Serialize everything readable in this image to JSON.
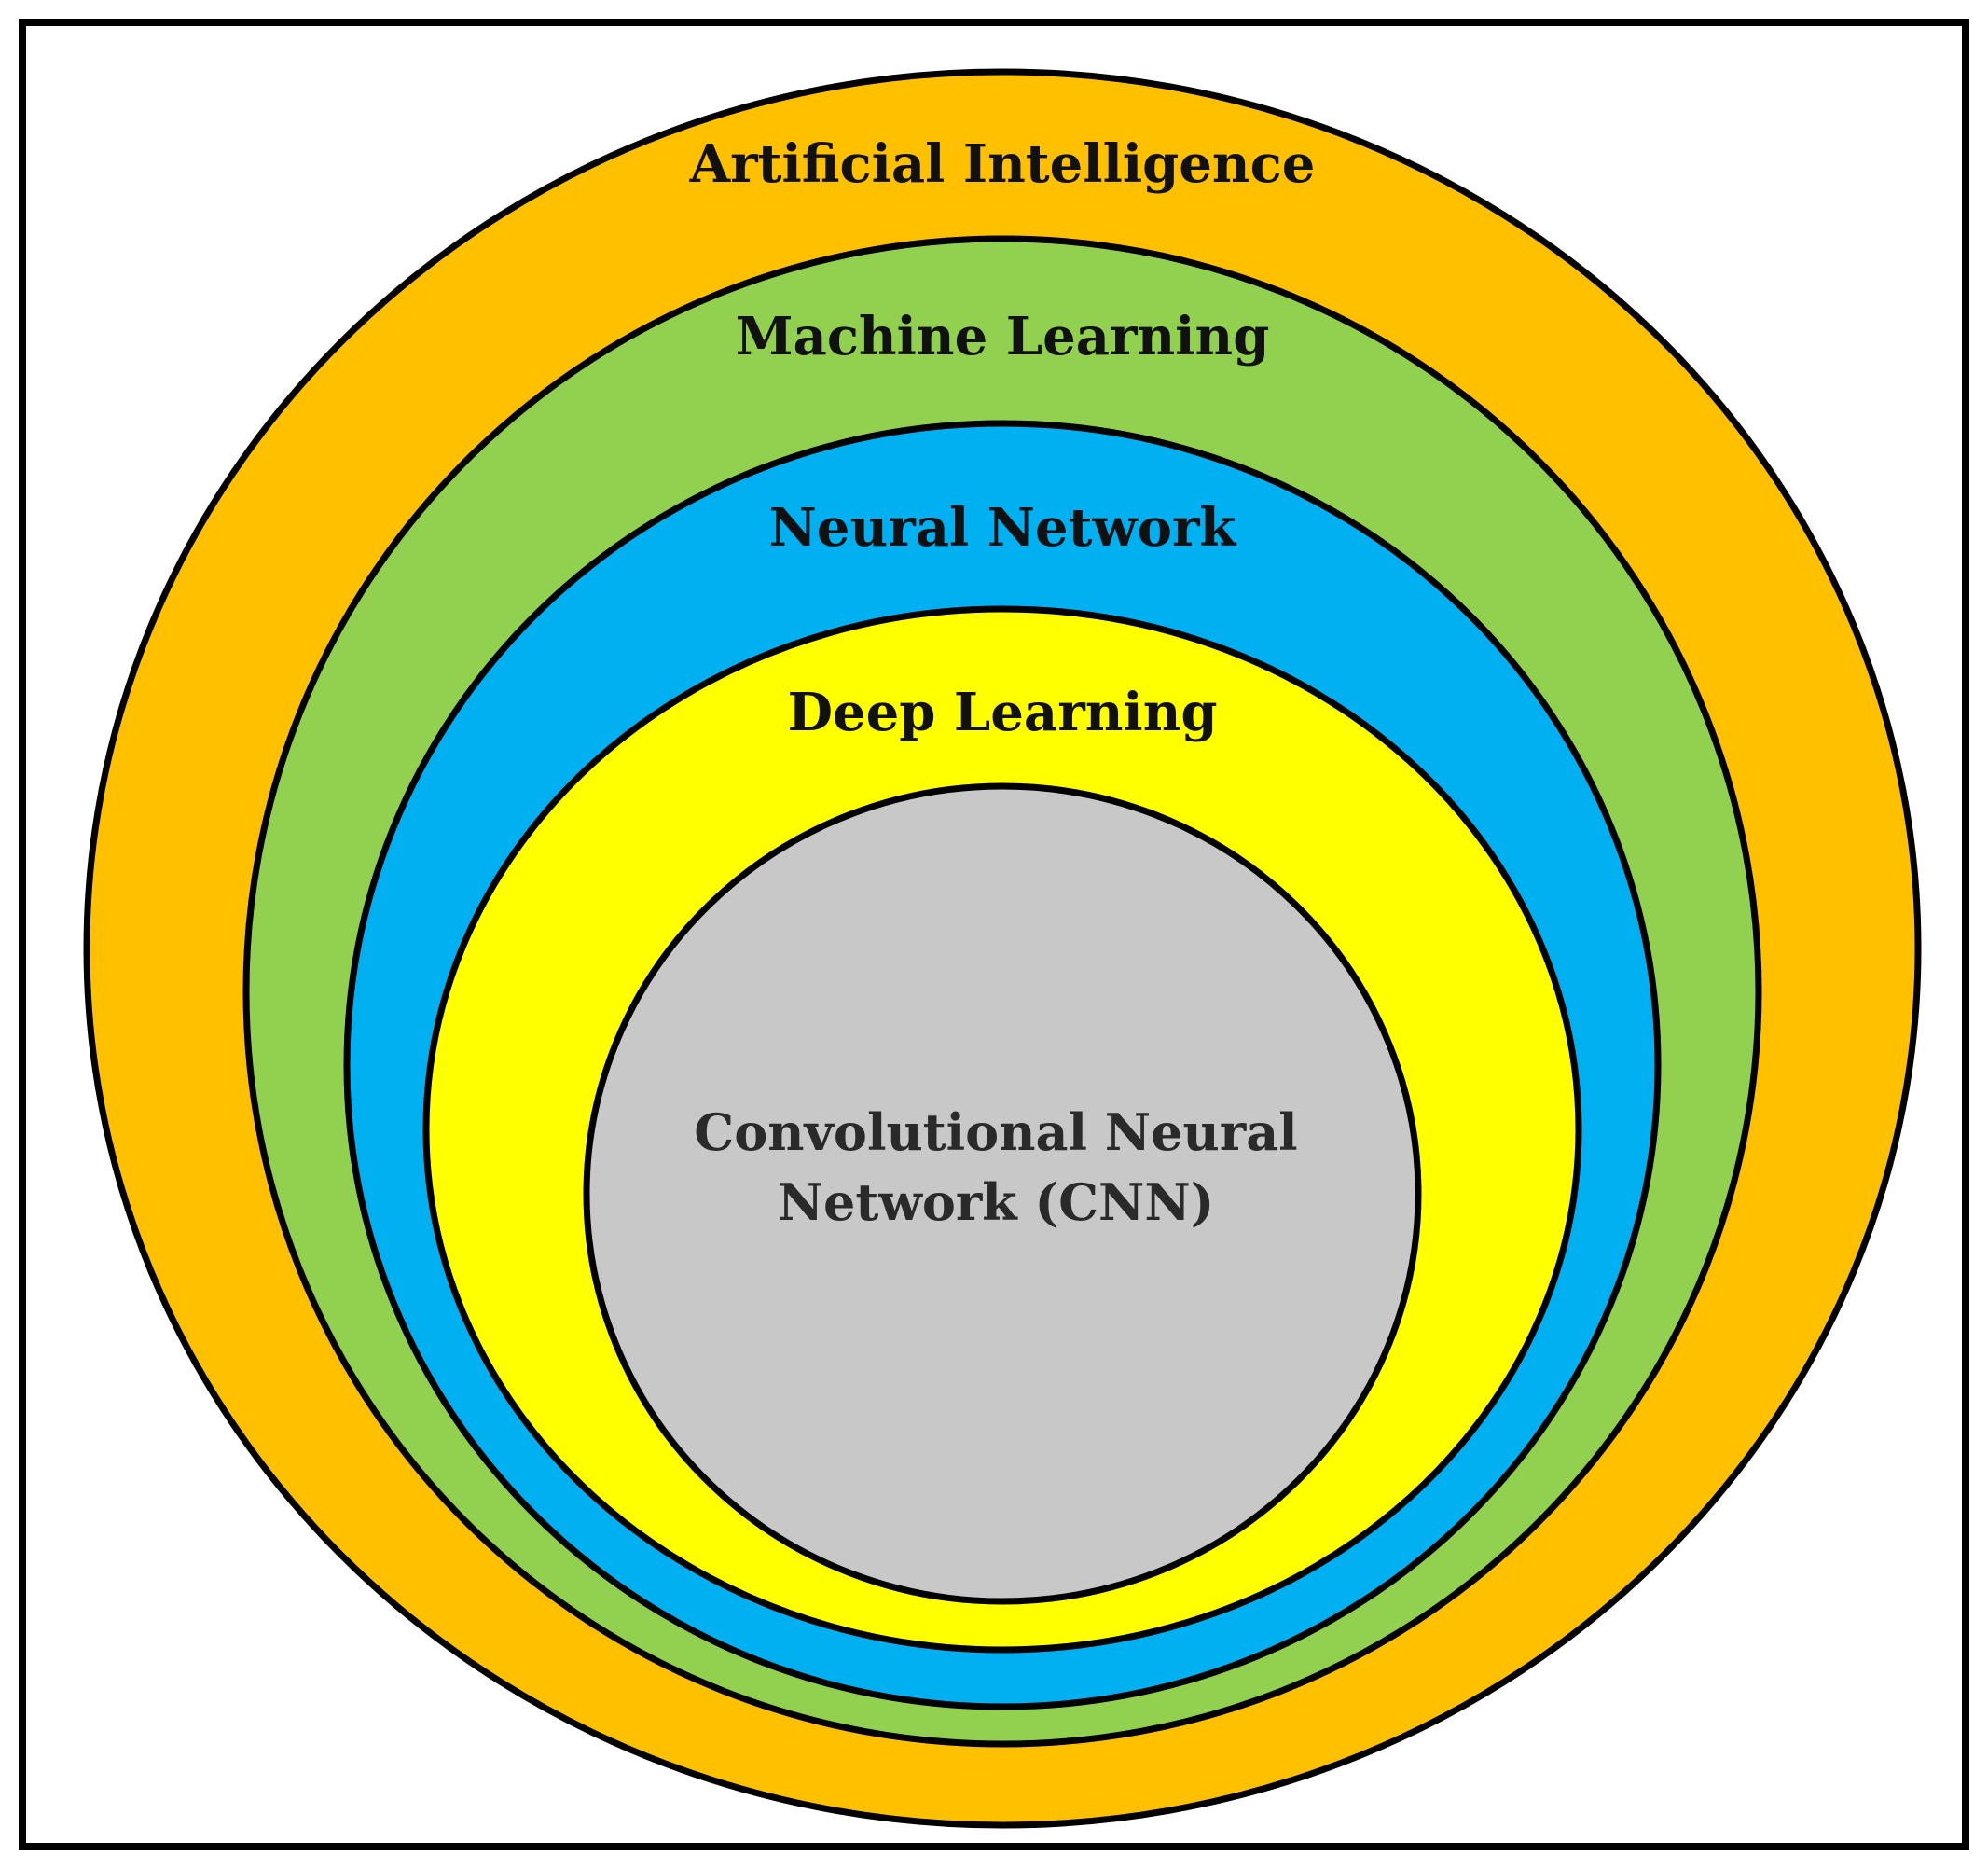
{
  "layers": [
    {
      "key": "ai",
      "label": "Artificial Intelligence",
      "color": "#FFC000"
    },
    {
      "key": "ml",
      "label": "Machine Learning",
      "color": "#92D050"
    },
    {
      "key": "nn",
      "label": "Neural Network",
      "color": "#00B0F0"
    },
    {
      "key": "dl",
      "label": "Deep Learning",
      "color": "#FFFF00"
    },
    {
      "key": "cnn",
      "label_lines": [
        "Convolutional Neural",
        "Network (CNN)"
      ],
      "color": "#C8C8C8"
    }
  ]
}
